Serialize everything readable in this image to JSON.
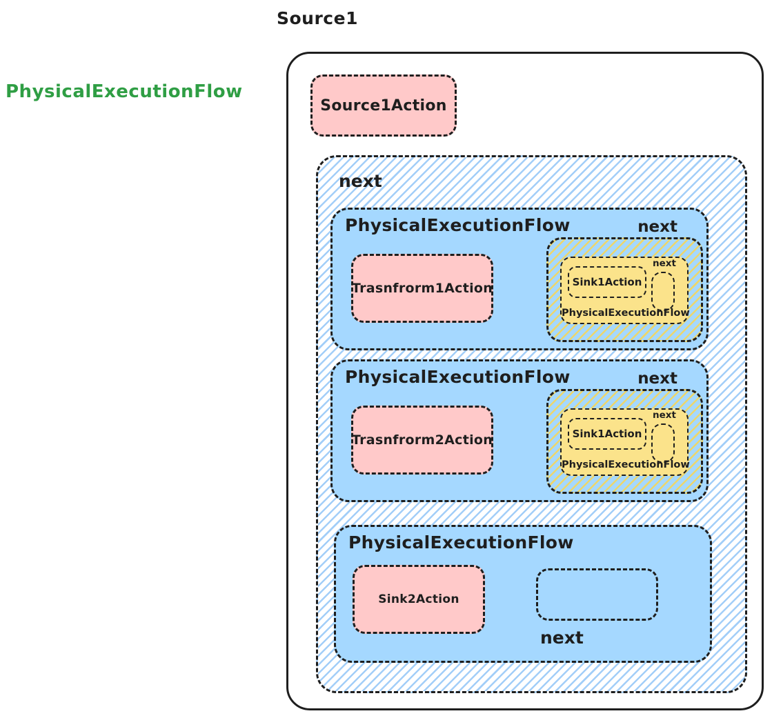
{
  "title": "Source1",
  "side_label": "PhysicalExecutionFlow",
  "colors": {
    "ink": "#1e1e1e",
    "green_label": "#2f9e44",
    "blue_fill": "#a5d8ff",
    "blue_hatch_line": "#92c5f7",
    "pink_fill": "#ffc9c9",
    "yellow_fill": "#fbe38b",
    "yellow_hatch_line": "#ffd646"
  },
  "outer": {
    "source_action_label": "Source1Action",
    "next_container": {
      "label": "next",
      "flows": [
        {
          "title": "PhysicalExecutionFlow",
          "next_label": "next",
          "action_label": "Trasnfrorm1Action",
          "nested": {
            "sink_label": "Sink1Action",
            "next_label": "next",
            "caption": "PhysicalExecutionFlow"
          }
        },
        {
          "title": "PhysicalExecutionFlow",
          "next_label": "next",
          "action_label": "Trasnfrorm2Action",
          "nested": {
            "sink_label": "Sink1Action",
            "next_label": "next",
            "caption": "PhysicalExecutionFlow"
          }
        },
        {
          "title": "PhysicalExecutionFlow",
          "action_label": "Sink2Action",
          "bottom_next_label": "next"
        }
      ]
    }
  }
}
